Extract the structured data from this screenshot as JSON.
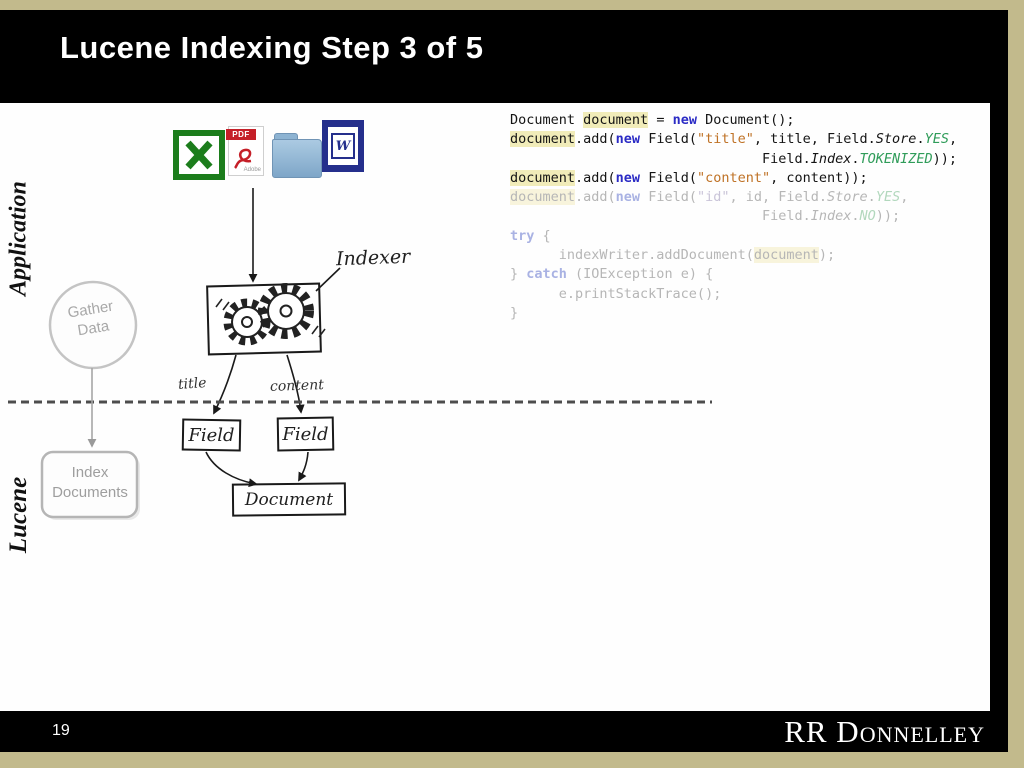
{
  "slide": {
    "title": "Lucene Indexing Step 3 of 5",
    "page_number": "19",
    "logo": "RR Donnelley"
  },
  "colors": {
    "background_tan": "#c2ba8c",
    "bar_black": "#000000",
    "code_keyword": "#2b2bc5",
    "code_string": "#bf7226",
    "code_constant": "#2f9c59",
    "code_highlight": "#f1ecb9",
    "excel_green": "#1c7d1c",
    "pdf_red": "#c51f28",
    "word_navy": "#252f8c",
    "folder_blue": "#8db3d2"
  },
  "diagram": {
    "lane_top": "Application",
    "lane_bottom": "Lucene",
    "gather_circle": "Gather\nData",
    "index_documents_box": "Index\nDocuments",
    "indexer_label": "Indexer",
    "arrow_label_left": "title",
    "arrow_label_right": "content",
    "field_left": "Field",
    "field_right": "Field",
    "document_box": "Document",
    "icons": {
      "pdf_label": "PDF",
      "pdf_brand": "Adobe",
      "word_letter": "W"
    }
  },
  "code": {
    "lines": [
      {
        "fade": false,
        "segments": [
          {
            "type": "plain",
            "text": "Document "
          },
          {
            "type": "hl",
            "text": "document"
          },
          {
            "type": "plain",
            "text": " = "
          },
          {
            "type": "kw",
            "text": "new"
          },
          {
            "type": "plain",
            "text": " Document();"
          }
        ]
      },
      {
        "fade": false,
        "segments": [
          {
            "type": "hl",
            "text": "document"
          },
          {
            "type": "plain",
            "text": ".add("
          },
          {
            "type": "kw",
            "text": "new"
          },
          {
            "type": "plain",
            "text": " Field("
          },
          {
            "type": "str",
            "text": "\"title\""
          },
          {
            "type": "plain",
            "text": ", title, Field."
          },
          {
            "type": "static",
            "text": "Store"
          },
          {
            "type": "plain",
            "text": "."
          },
          {
            "type": "const",
            "text": "YES"
          },
          {
            "type": "plain",
            "text": ","
          }
        ]
      },
      {
        "fade": false,
        "segments": [
          {
            "type": "plain",
            "text": "                               Field."
          },
          {
            "type": "static",
            "text": "Index"
          },
          {
            "type": "plain",
            "text": "."
          },
          {
            "type": "const",
            "text": "TOKENIZED"
          },
          {
            "type": "plain",
            "text": "));"
          }
        ]
      },
      {
        "fade": false,
        "segments": [
          {
            "type": "hl",
            "text": "document"
          },
          {
            "type": "plain",
            "text": ".add("
          },
          {
            "type": "kw",
            "text": "new"
          },
          {
            "type": "plain",
            "text": " Field("
          },
          {
            "type": "str",
            "text": "\"content\""
          },
          {
            "type": "plain",
            "text": ", content));"
          }
        ]
      },
      {
        "fade": true,
        "segments": [
          {
            "type": "hl",
            "text": "document"
          },
          {
            "type": "plain",
            "text": ".add("
          },
          {
            "type": "kw",
            "text": "new"
          },
          {
            "type": "plain",
            "text": " Field("
          },
          {
            "type": "str",
            "text": "\"id\""
          },
          {
            "type": "plain",
            "text": ", id, Field."
          },
          {
            "type": "static",
            "text": "Store"
          },
          {
            "type": "plain",
            "text": "."
          },
          {
            "type": "const",
            "text": "YES"
          },
          {
            "type": "plain",
            "text": ","
          }
        ]
      },
      {
        "fade": true,
        "segments": [
          {
            "type": "plain",
            "text": "                               Field."
          },
          {
            "type": "static",
            "text": "Index"
          },
          {
            "type": "plain",
            "text": "."
          },
          {
            "type": "const",
            "text": "NO"
          },
          {
            "type": "plain",
            "text": "));"
          }
        ]
      },
      {
        "fade": true,
        "segments": [
          {
            "type": "kw",
            "text": "try"
          },
          {
            "type": "plain",
            "text": " {"
          }
        ]
      },
      {
        "fade": true,
        "segments": [
          {
            "type": "plain",
            "text": "      indexWriter.addDocument("
          },
          {
            "type": "hl",
            "text": "document"
          },
          {
            "type": "plain",
            "text": ");"
          }
        ]
      },
      {
        "fade": true,
        "segments": [
          {
            "type": "plain",
            "text": "} "
          },
          {
            "type": "kw",
            "text": "catch"
          },
          {
            "type": "plain",
            "text": " (IOException e) {"
          }
        ]
      },
      {
        "fade": true,
        "segments": [
          {
            "type": "plain",
            "text": "      e.printStackTrace();"
          }
        ]
      },
      {
        "fade": true,
        "segments": [
          {
            "type": "plain",
            "text": "}"
          }
        ]
      }
    ]
  }
}
